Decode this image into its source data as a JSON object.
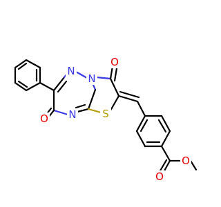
{
  "molecule": {
    "atoms": {
      "n_top": "N",
      "n_ring": "N",
      "n_bottom": "N",
      "o_ketone_top": "O",
      "o_ketone_left": "O",
      "s_thiazole": "S",
      "o_ester_carbonyl": "O",
      "o_ester_ether": "O"
    },
    "colors": {
      "carbon": "#000000",
      "nitrogen": "#3a3ae6",
      "oxygen": "#e60000",
      "sulfur": "#b59a00"
    }
  }
}
